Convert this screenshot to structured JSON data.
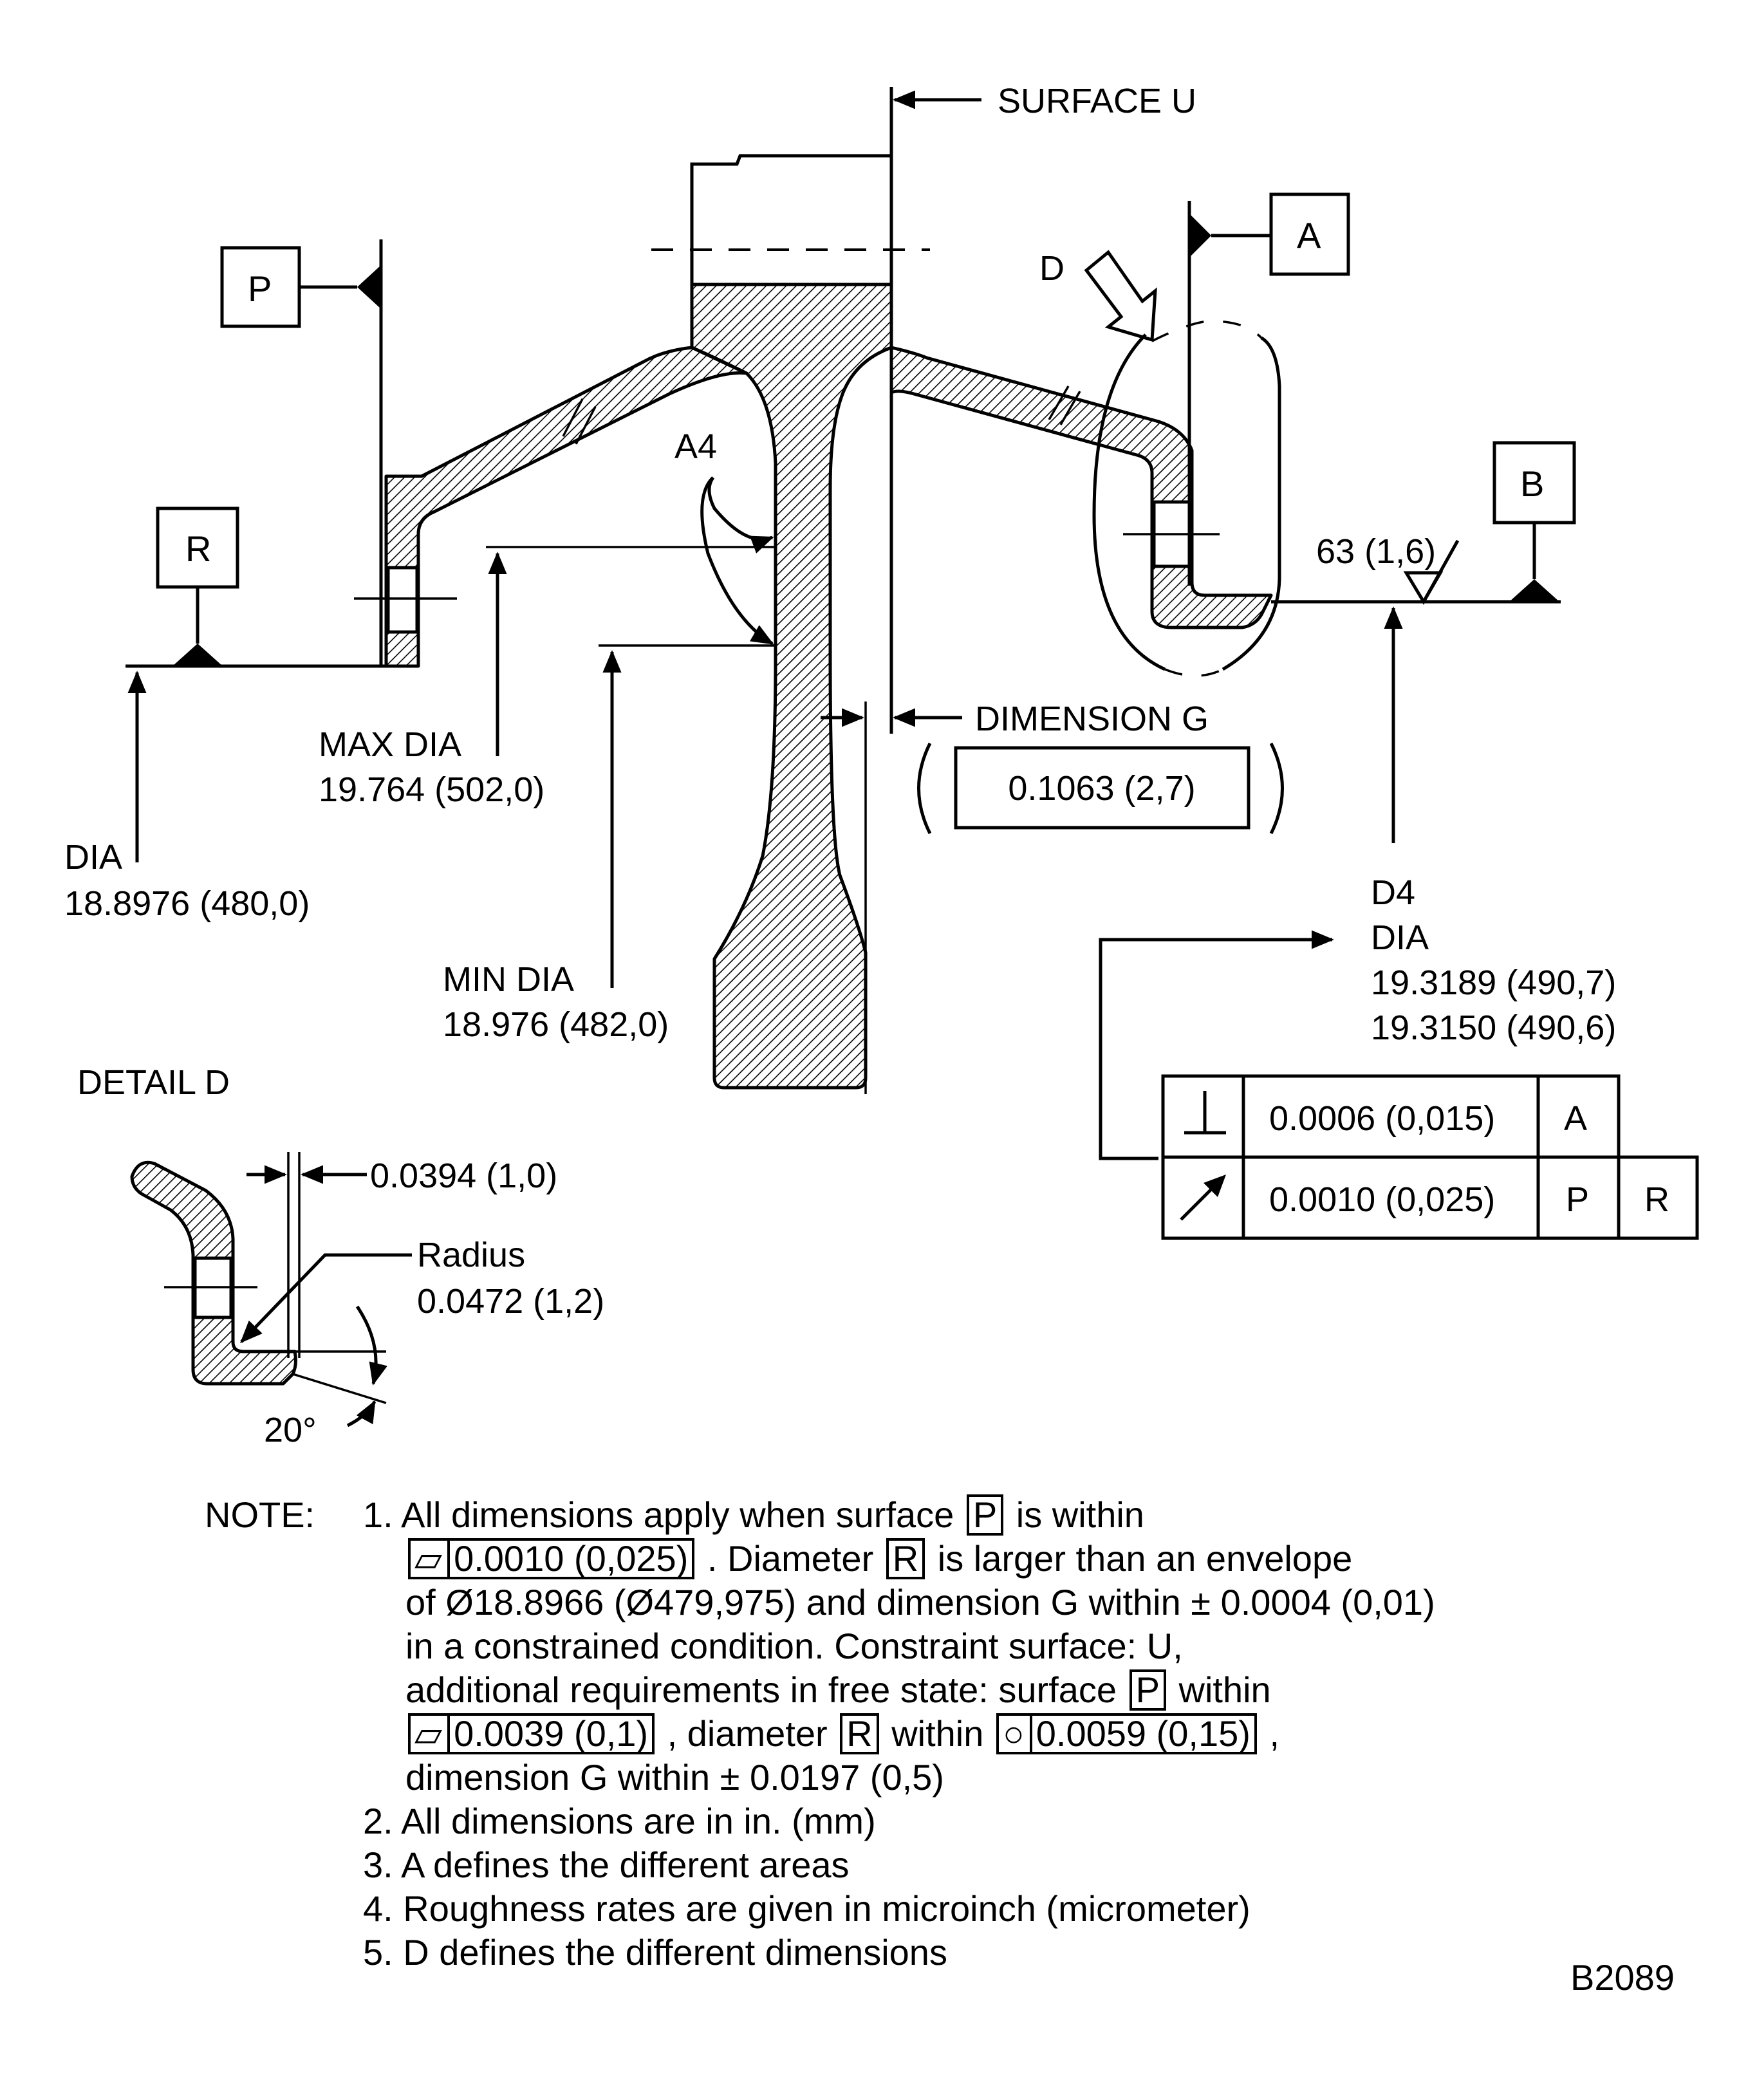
{
  "labels": {
    "surface_u": "SURFACE U",
    "datum_a": "A",
    "datum_b": "B",
    "datum_p": "P",
    "datum_r": "R",
    "detail_callout": "D",
    "area_a4": "A4",
    "roughness": "63 (1,6)",
    "dimension_g_label": "DIMENSION G",
    "dimension_g_value": "0.1063 (2,7)",
    "max_dia_label": "MAX DIA",
    "max_dia_value": "19.764 (502,0)",
    "dia_label": "DIA",
    "dia_value": "18.8976 (480,0)",
    "min_dia_label": "MIN DIA",
    "min_dia_value": "18.976 (482,0)",
    "d4_label": "D4",
    "d4_dia_label": "DIA",
    "d4_dia_upper": "19.3189 (490,7)",
    "d4_dia_lower": "19.3150 (490,6)",
    "detail_title": "DETAIL D",
    "detail_thickness": "0.0394 (1,0)",
    "detail_radius_label": "Radius",
    "detail_radius_value": "0.0472 (1,2)",
    "detail_angle": "20°"
  },
  "tolerance_frame": {
    "row1": {
      "symbol": "perpendicularity-icon",
      "value": "0.0006 (0,015)",
      "datum1": "A"
    },
    "row2": {
      "symbol": "runout-icon",
      "value": "0.0010 (0,025)",
      "datum1": "P",
      "datum2": "R"
    }
  },
  "notes": {
    "heading": "NOTE:",
    "n1_l1_pre": "1. All dimensions apply when surface",
    "n1_l1_box": "P",
    "n1_l1_post": "is within",
    "n1_l2_box": "0.0010 (0,025)",
    "n1_l2_mid": ". Diameter",
    "n1_l2_box2": "R",
    "n1_l2_post": "is larger than an envelope",
    "n1_l3": "of Ø18.8966 (Ø479,975) and dimension G within ± 0.0004 (0,01)",
    "n1_l4": "in a constrained condition. Constraint surface: U,",
    "n1_l5_pre": "additional requirements in free state: surface",
    "n1_l5_box": "P",
    "n1_l5_post": "within",
    "n1_l6_box1": "0.0039 (0,1)",
    "n1_l6_mid": ", diameter",
    "n1_l6_box2": "R",
    "n1_l6_mid2": "within",
    "n1_l6_box3": "0.0059 (0,15)",
    "n1_l6_post": ",",
    "n1_l7": "dimension G within ± 0.0197 (0,5)",
    "n2": "2. All dimensions are in in. (mm)",
    "n3": "3. A defines the different areas",
    "n4": "4. Roughness rates are given in microinch (micrometer)",
    "n5": "5. D defines the different dimensions"
  },
  "figure_id": "B2089"
}
